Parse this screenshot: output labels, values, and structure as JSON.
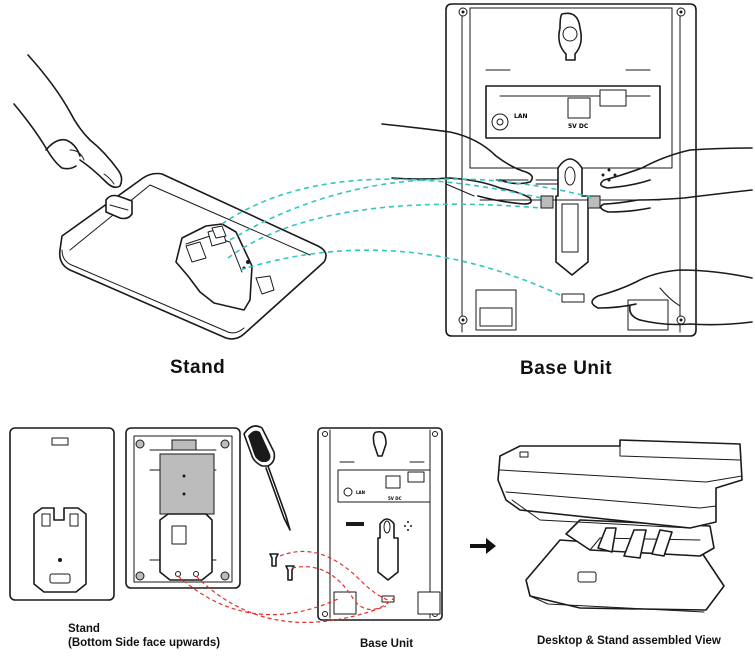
{
  "captions": {
    "stand_top": "Stand",
    "base_top": "Base Unit",
    "stand_bottom_line1": "Stand",
    "stand_bottom_line2": "(Bottom Side face upwards)",
    "base_bottom": "Base Unit",
    "assembled": "Desktop & Stand assembled View"
  },
  "port_labels": {
    "lan": "LAN",
    "dc": "5V DC"
  },
  "colors": {
    "line": "#1a1a1a",
    "guide_cyan": "#34c6c0",
    "guide_red": "#e0302a",
    "fill_gray": "#bcbcbc"
  }
}
